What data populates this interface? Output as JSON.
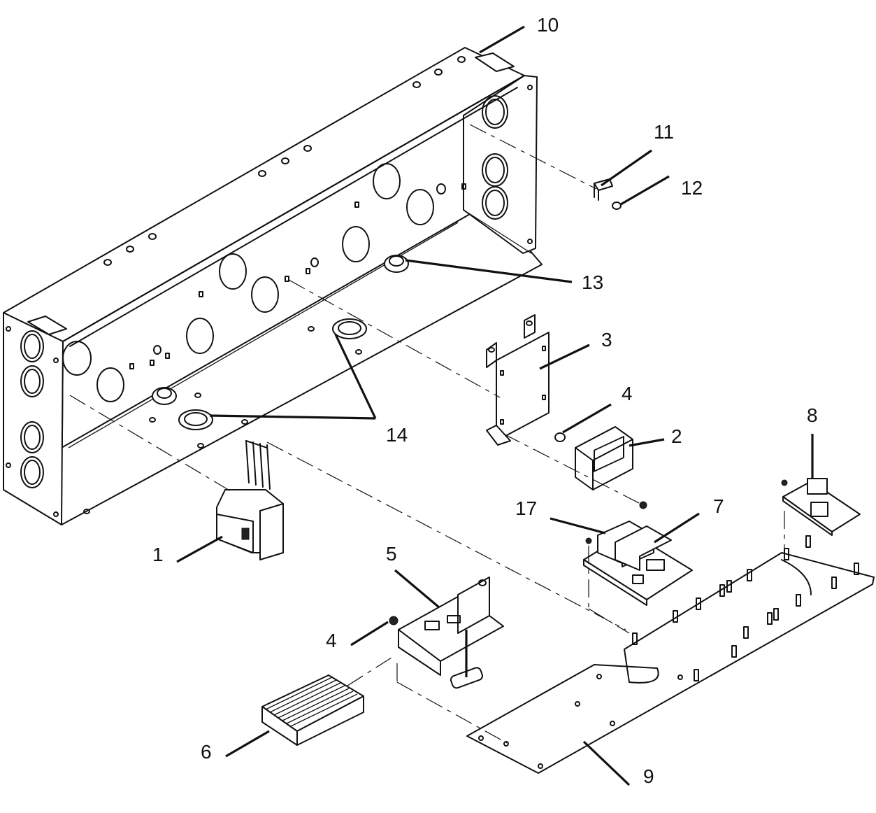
{
  "callouts": {
    "c1": "1",
    "c2": "2",
    "c3": "3",
    "c4a": "4",
    "c4b": "4",
    "c5": "5",
    "c6": "6",
    "c7": "7",
    "c8": "8",
    "c9": "9",
    "c10": "10",
    "c11": "11",
    "c12": "12",
    "c13": "13",
    "c14": "14",
    "c17": "17"
  },
  "colors": {
    "line": "#111111",
    "background": "#ffffff"
  }
}
